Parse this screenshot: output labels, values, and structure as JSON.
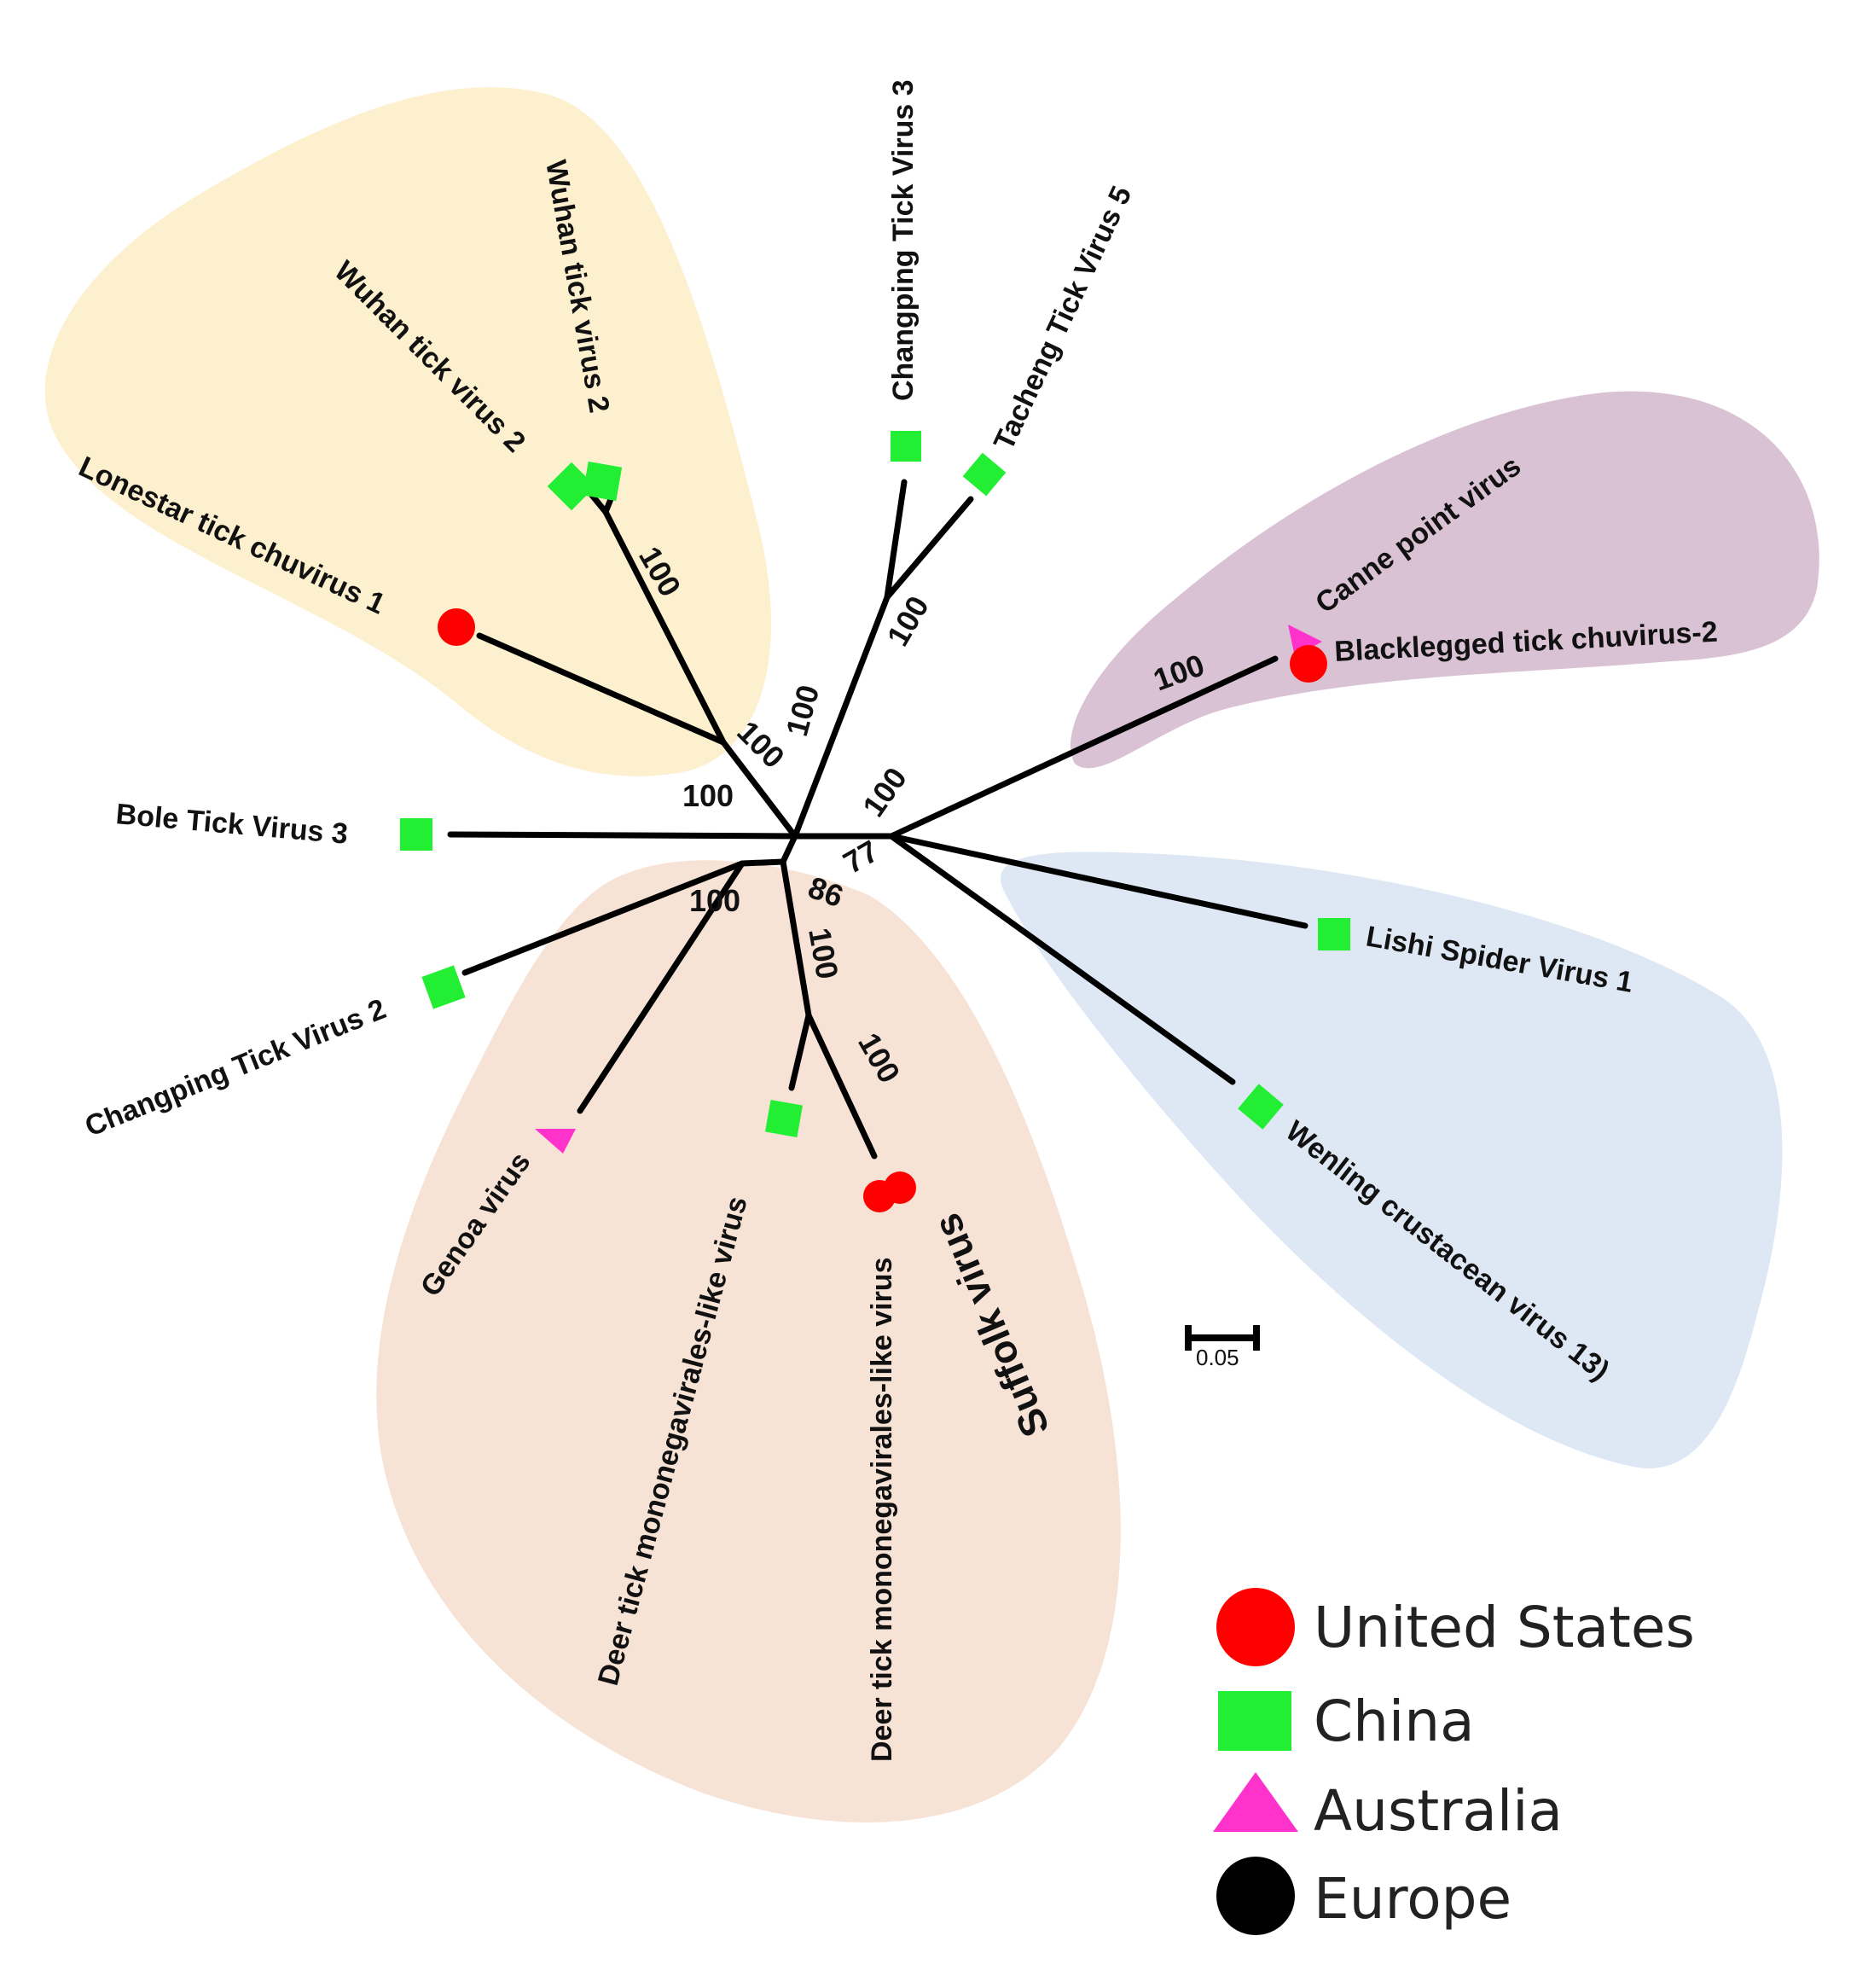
{
  "clade_colors": {
    "yellow": "#fdf0cf",
    "purple": "#d9c2d3",
    "blue": "#dde8f4",
    "peach": "#f7e2d6"
  },
  "marker_colors": {
    "United States": "#ff0000",
    "China": "#22ee33",
    "Australia": "#ff33cc",
    "Europe": "#000000"
  },
  "leaves": {
    "lonestar": "Lonestar tick chuvirus 1",
    "wuhan2": "Wuhan tick virus 2",
    "wuhan2b": "Wuhan tick virus 2",
    "changping3": "Changping Tick Virus 3",
    "tacheng5": "Tacheng Tick Virus 5",
    "canne": "Canne point virus",
    "blacklegged": "Blacklegged tick chuvirus-2",
    "lishi": "Lishi Spider Virus 1",
    "wenling": "Wenling crustacean virus 13)",
    "suffolk": "Suffolk virus",
    "deer1": "Deer tick mononegavirales-like virus",
    "deer2": "Deer tick mononegavirales-like virus",
    "genoa": "Genoa virus",
    "changping2": "Changping Tick Virus 2",
    "bole3": "Bole Tick Virus 3"
  },
  "bootstrap": {
    "b_wuhan": "100",
    "b_tacheng": "100",
    "b_upper": "100",
    "b_yellow": "100",
    "b_left": "100",
    "b_purple_base": "100",
    "b_blacklegged": "100",
    "b_77": "77",
    "b_86": "86",
    "b_genoa": "100",
    "b_peach": "100",
    "b_suffolk": "100"
  },
  "scale_bar": {
    "label": "0.05"
  },
  "legend": [
    {
      "label": "United States",
      "shape": "circle",
      "color": "#ff0000"
    },
    {
      "label": "China",
      "shape": "square",
      "color": "#22ee33"
    },
    {
      "label": "Australia",
      "shape": "triangle",
      "color": "#ff33cc"
    },
    {
      "label": "Europe",
      "shape": "circle",
      "color": "#000000"
    }
  ]
}
